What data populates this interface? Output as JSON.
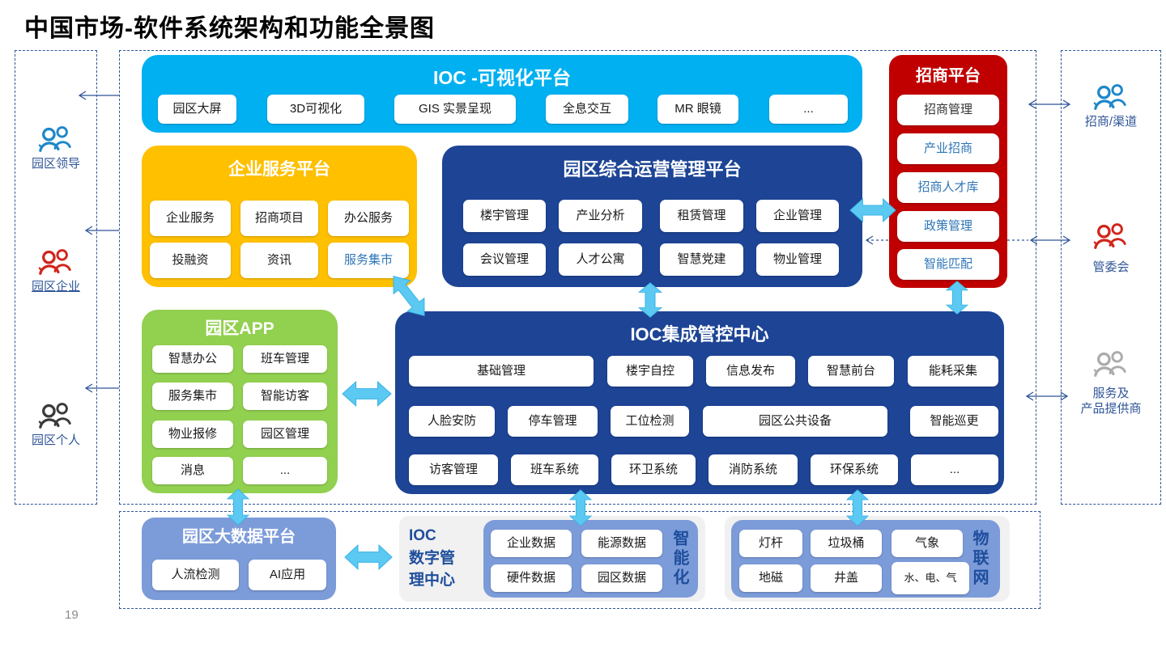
{
  "page": {
    "title": "中国市场-软件系统架构和功能全景图",
    "page_number": "19"
  },
  "colors": {
    "cyan": "#00B0F0",
    "gold": "#FFC000",
    "dark_blue": "#1D4495",
    "red": "#C00000",
    "green": "#92D050",
    "periwinkle": "#7C9BD9",
    "arrow_cyan": "#5BC9F2",
    "rail_text": "#2F5597",
    "link_blue": "#2E75B6",
    "tag_blue": "#1F4E9C"
  },
  "left_rail": {
    "actors": [
      {
        "label": "园区领导",
        "icon": "users-icon",
        "icon_color": "#1E87C9"
      },
      {
        "label": "园区企业",
        "icon": "users-icon",
        "icon_color": "#D1251B"
      },
      {
        "label": "园区个人",
        "icon": "users-icon",
        "icon_color": "#3a3a3a"
      }
    ]
  },
  "right_rail": {
    "actors": [
      {
        "label": "招商/渠道",
        "icon": "users-icon",
        "icon_color": "#1E87C9"
      },
      {
        "label": "管委会",
        "icon": "users-icon",
        "icon_color": "#D1251B"
      },
      {
        "label": "服务及\n产品提供商",
        "icon": "users-icon",
        "icon_color": "#ABABAB"
      }
    ]
  },
  "ioc_viz": {
    "title": "IOC -可视化平台",
    "items": [
      "园区大屏",
      "3D可视化",
      "GIS 实景呈现",
      "全息交互",
      "MR 眼镜",
      "..."
    ]
  },
  "investment": {
    "title": "招商平台",
    "items": [
      "招商管理",
      "产业招商",
      "招商人才库",
      "政策管理",
      "智能匹配"
    ]
  },
  "enterprise": {
    "title": "企业服务平台",
    "items": [
      "企业服务",
      "招商项目",
      "办公服务",
      "投融资",
      "资讯",
      "服务集市"
    ]
  },
  "operation": {
    "title": "园区综合运营管理平台",
    "items": [
      "楼宇管理",
      "产业分析",
      "租赁管理",
      "企业管理",
      "会议管理",
      "人才公寓",
      "智慧党建",
      "物业管理"
    ]
  },
  "app": {
    "title": "园区APP",
    "items": [
      "智慧办公",
      "班车管理",
      "服务集市",
      "智能访客",
      "物业报修",
      "园区管理",
      "消息",
      "..."
    ]
  },
  "ioc_center": {
    "title": "IOC集成管控中心",
    "row1": [
      "基础管理",
      "楼宇自控",
      "信息发布",
      "智慧前台",
      "能耗采集"
    ],
    "row2": [
      "人脸安防",
      "停车管理",
      "工位检测",
      "园区公共设备",
      "智能巡更"
    ],
    "row3": [
      "访客管理",
      "班车系统",
      "环卫系统",
      "消防系统",
      "环保系统",
      "..."
    ]
  },
  "bigdata": {
    "title": "园区大数据平台",
    "items": [
      "人流检测",
      "AI应用"
    ]
  },
  "digital": {
    "title": "IOC\n数字管\n理中心",
    "items": [
      "企业数据",
      "能源数据",
      "硬件数据",
      "园区数据"
    ],
    "tag": "智能化"
  },
  "iot": {
    "items": [
      "灯杆",
      "垃圾桶",
      "气象",
      "地磁",
      "井盖",
      "水、电、气"
    ],
    "tag": "物联网"
  }
}
